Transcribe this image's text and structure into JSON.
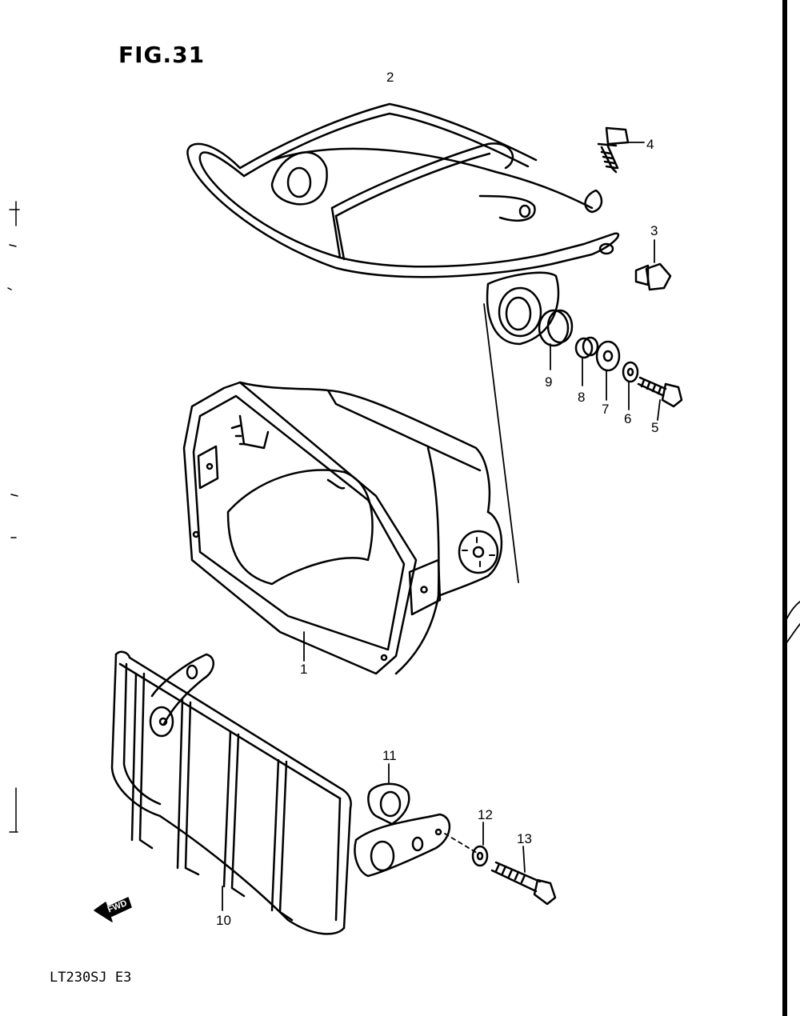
{
  "figure": {
    "title": "FIG.31",
    "model_code": "LT230SJ E3",
    "fwd_mark": "FWD"
  },
  "callouts": [
    {
      "id": "1",
      "label": "1"
    },
    {
      "id": "2",
      "label": "2"
    },
    {
      "id": "3",
      "label": "3"
    },
    {
      "id": "4",
      "label": "4"
    },
    {
      "id": "5",
      "label": "5"
    },
    {
      "id": "6",
      "label": "6"
    },
    {
      "id": "7",
      "label": "7"
    },
    {
      "id": "8",
      "label": "8"
    },
    {
      "id": "9",
      "label": "9"
    },
    {
      "id": "10",
      "label": "10"
    },
    {
      "id": "11",
      "label": "11"
    },
    {
      "id": "12",
      "label": "12"
    },
    {
      "id": "13",
      "label": "13"
    }
  ],
  "parts": [
    {
      "ref": "1",
      "icon": "headlight-housing-icon"
    },
    {
      "ref": "2",
      "icon": "front-carrier-rack-icon"
    },
    {
      "ref": "3",
      "icon": "flange-bolt-icon"
    },
    {
      "ref": "4",
      "icon": "long-bolt-icon"
    },
    {
      "ref": "5",
      "icon": "bolt-icon"
    },
    {
      "ref": "6",
      "icon": "washer-icon"
    },
    {
      "ref": "7",
      "icon": "washer-icon"
    },
    {
      "ref": "8",
      "icon": "spacer-icon"
    },
    {
      "ref": "9",
      "icon": "cushion-icon"
    },
    {
      "ref": "10",
      "icon": "headlight-guard-icon"
    },
    {
      "ref": "11",
      "icon": "cushion-icon"
    },
    {
      "ref": "12",
      "icon": "washer-icon"
    },
    {
      "ref": "13",
      "icon": "bolt-icon"
    }
  ]
}
